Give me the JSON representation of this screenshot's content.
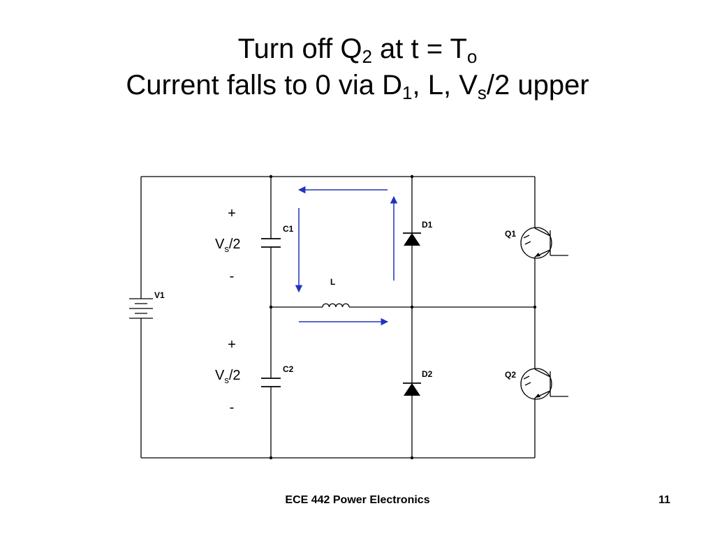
{
  "title": {
    "line1": {
      "a": "Turn off Q",
      "a_sub": "2",
      "b": " at t = T",
      "b_sub": "o"
    },
    "line2": {
      "a": "Current falls to 0 via D",
      "a_sub": "1",
      "b": ", L, V",
      "b_sub": "s",
      "c": "/2 upper"
    }
  },
  "circuit": {
    "labels": {
      "c1": "C1",
      "c2": "C2",
      "d1": "D1",
      "d2": "D2",
      "q1": "Q1",
      "q2": "Q2",
      "l": "L",
      "v1": "V1"
    },
    "upper_cap_voltage": {
      "plus": "+",
      "v": "V",
      "sub": "s",
      "rest": "/2",
      "minus": "-"
    },
    "lower_cap_voltage": {
      "plus": "+",
      "v": "V",
      "sub": "s",
      "rest": "/2",
      "minus": "-"
    },
    "arrow_color": "#2233bb"
  },
  "footer": {
    "course": "ECE 442 Power Electronics",
    "page_number": "11"
  }
}
